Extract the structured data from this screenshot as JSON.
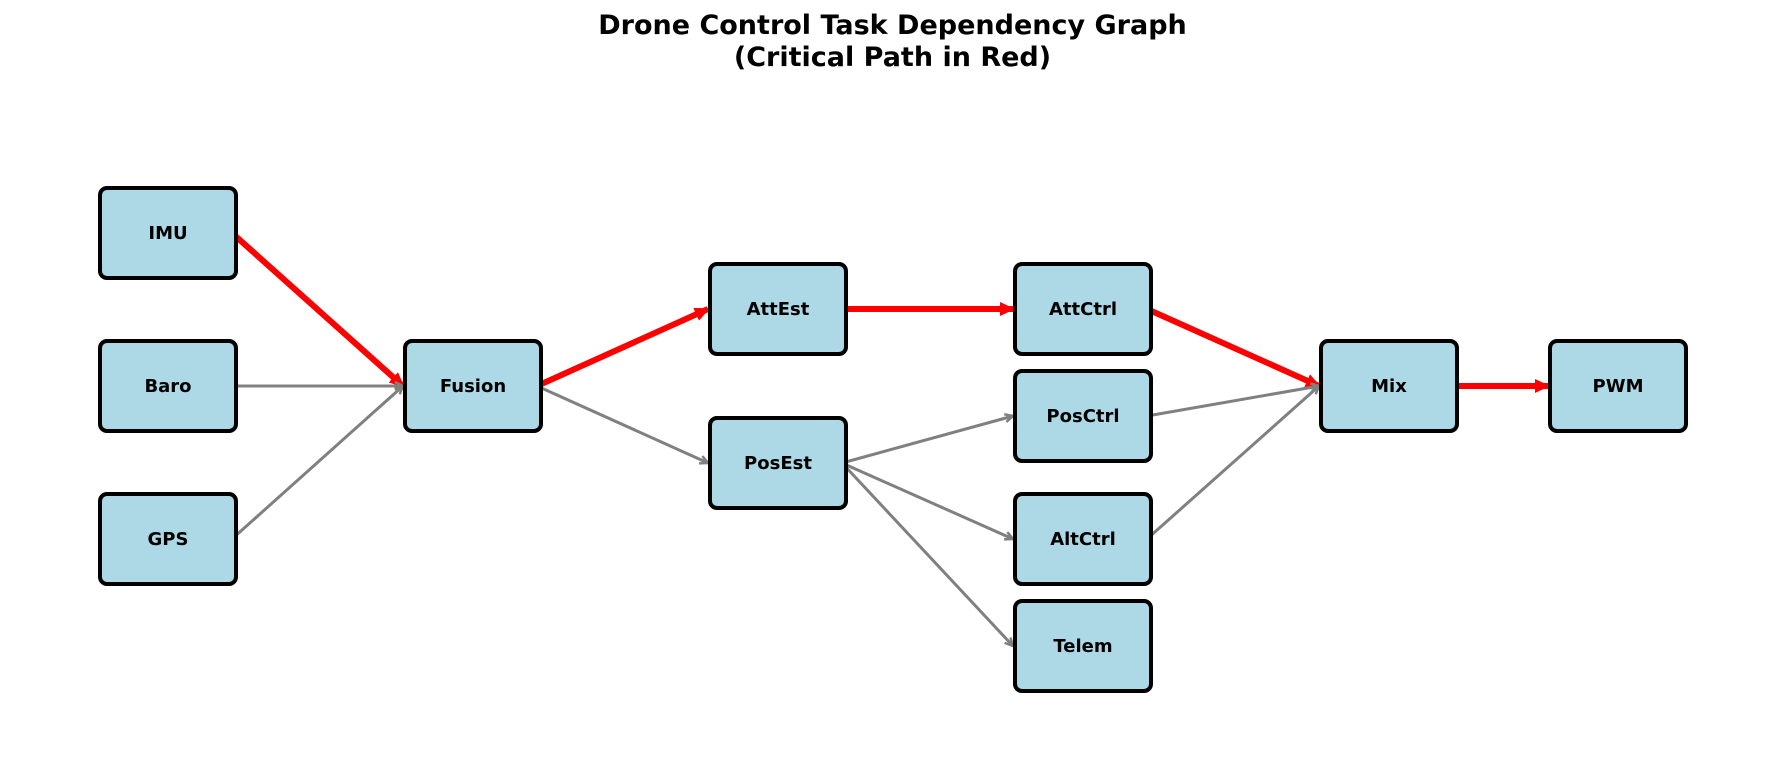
{
  "title": {
    "line1": "Drone Control Task Dependency Graph",
    "line2": "(Critical Path in Red)"
  },
  "colors": {
    "node_fill": "#add8e6",
    "node_stroke": "#000000",
    "edge_normal": "#808080",
    "edge_critical": "#ff0000"
  },
  "nodes": [
    {
      "id": "IMU",
      "label": "IMU"
    },
    {
      "id": "Baro",
      "label": "Baro"
    },
    {
      "id": "GPS",
      "label": "GPS"
    },
    {
      "id": "Fusion",
      "label": "Fusion"
    },
    {
      "id": "AttEst",
      "label": "AttEst"
    },
    {
      "id": "PosEst",
      "label": "PosEst"
    },
    {
      "id": "AttCtrl",
      "label": "AttCtrl"
    },
    {
      "id": "PosCtrl",
      "label": "PosCtrl"
    },
    {
      "id": "AltCtrl",
      "label": "AltCtrl"
    },
    {
      "id": "Telem",
      "label": "Telem"
    },
    {
      "id": "Mix",
      "label": "Mix"
    },
    {
      "id": "PWM",
      "label": "PWM"
    }
  ],
  "edges": [
    {
      "from": "IMU",
      "to": "Fusion",
      "critical": true
    },
    {
      "from": "Baro",
      "to": "Fusion",
      "critical": false
    },
    {
      "from": "GPS",
      "to": "Fusion",
      "critical": false
    },
    {
      "from": "Fusion",
      "to": "AttEst",
      "critical": true
    },
    {
      "from": "Fusion",
      "to": "PosEst",
      "critical": false
    },
    {
      "from": "AttEst",
      "to": "AttCtrl",
      "critical": true
    },
    {
      "from": "PosEst",
      "to": "PosCtrl",
      "critical": false
    },
    {
      "from": "PosEst",
      "to": "AltCtrl",
      "critical": false
    },
    {
      "from": "PosEst",
      "to": "Telem",
      "critical": false
    },
    {
      "from": "AttCtrl",
      "to": "Mix",
      "critical": true
    },
    {
      "from": "PosCtrl",
      "to": "Mix",
      "critical": false
    },
    {
      "from": "AltCtrl",
      "to": "Mix",
      "critical": false
    },
    {
      "from": "Mix",
      "to": "PWM",
      "critical": true
    }
  ]
}
